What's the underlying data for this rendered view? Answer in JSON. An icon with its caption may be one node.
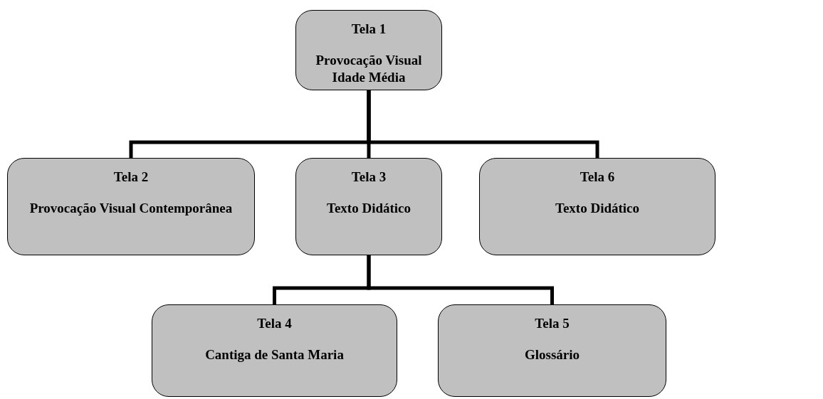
{
  "diagram": {
    "nodes": [
      {
        "text": [
          "Tela 1",
          "Provocação Visual Idade Média"
        ]
      },
      {
        "text": [
          "Tela 2",
          "Provocação Visual Contemporânea"
        ]
      },
      {
        "text": [
          "Tela 3",
          "Texto Didático"
        ]
      },
      {
        "text": [
          "Tela 6",
          "Texto Didático"
        ]
      },
      {
        "text": [
          "Tela 4",
          "Cantiga de Santa Maria"
        ]
      },
      {
        "text": [
          "Tela 5",
          "Glossário"
        ]
      }
    ],
    "edges": [
      {
        "from": 0,
        "to": 1,
        "arrow": "none"
      },
      {
        "from": 0,
        "to": 2,
        "arrow": "none"
      },
      {
        "from": 0,
        "to": 3,
        "arrow": "none"
      },
      {
        "from": 2,
        "to": 4,
        "arrow": "none"
      },
      {
        "from": 2,
        "to": 5,
        "arrow": "none"
      }
    ]
  }
}
